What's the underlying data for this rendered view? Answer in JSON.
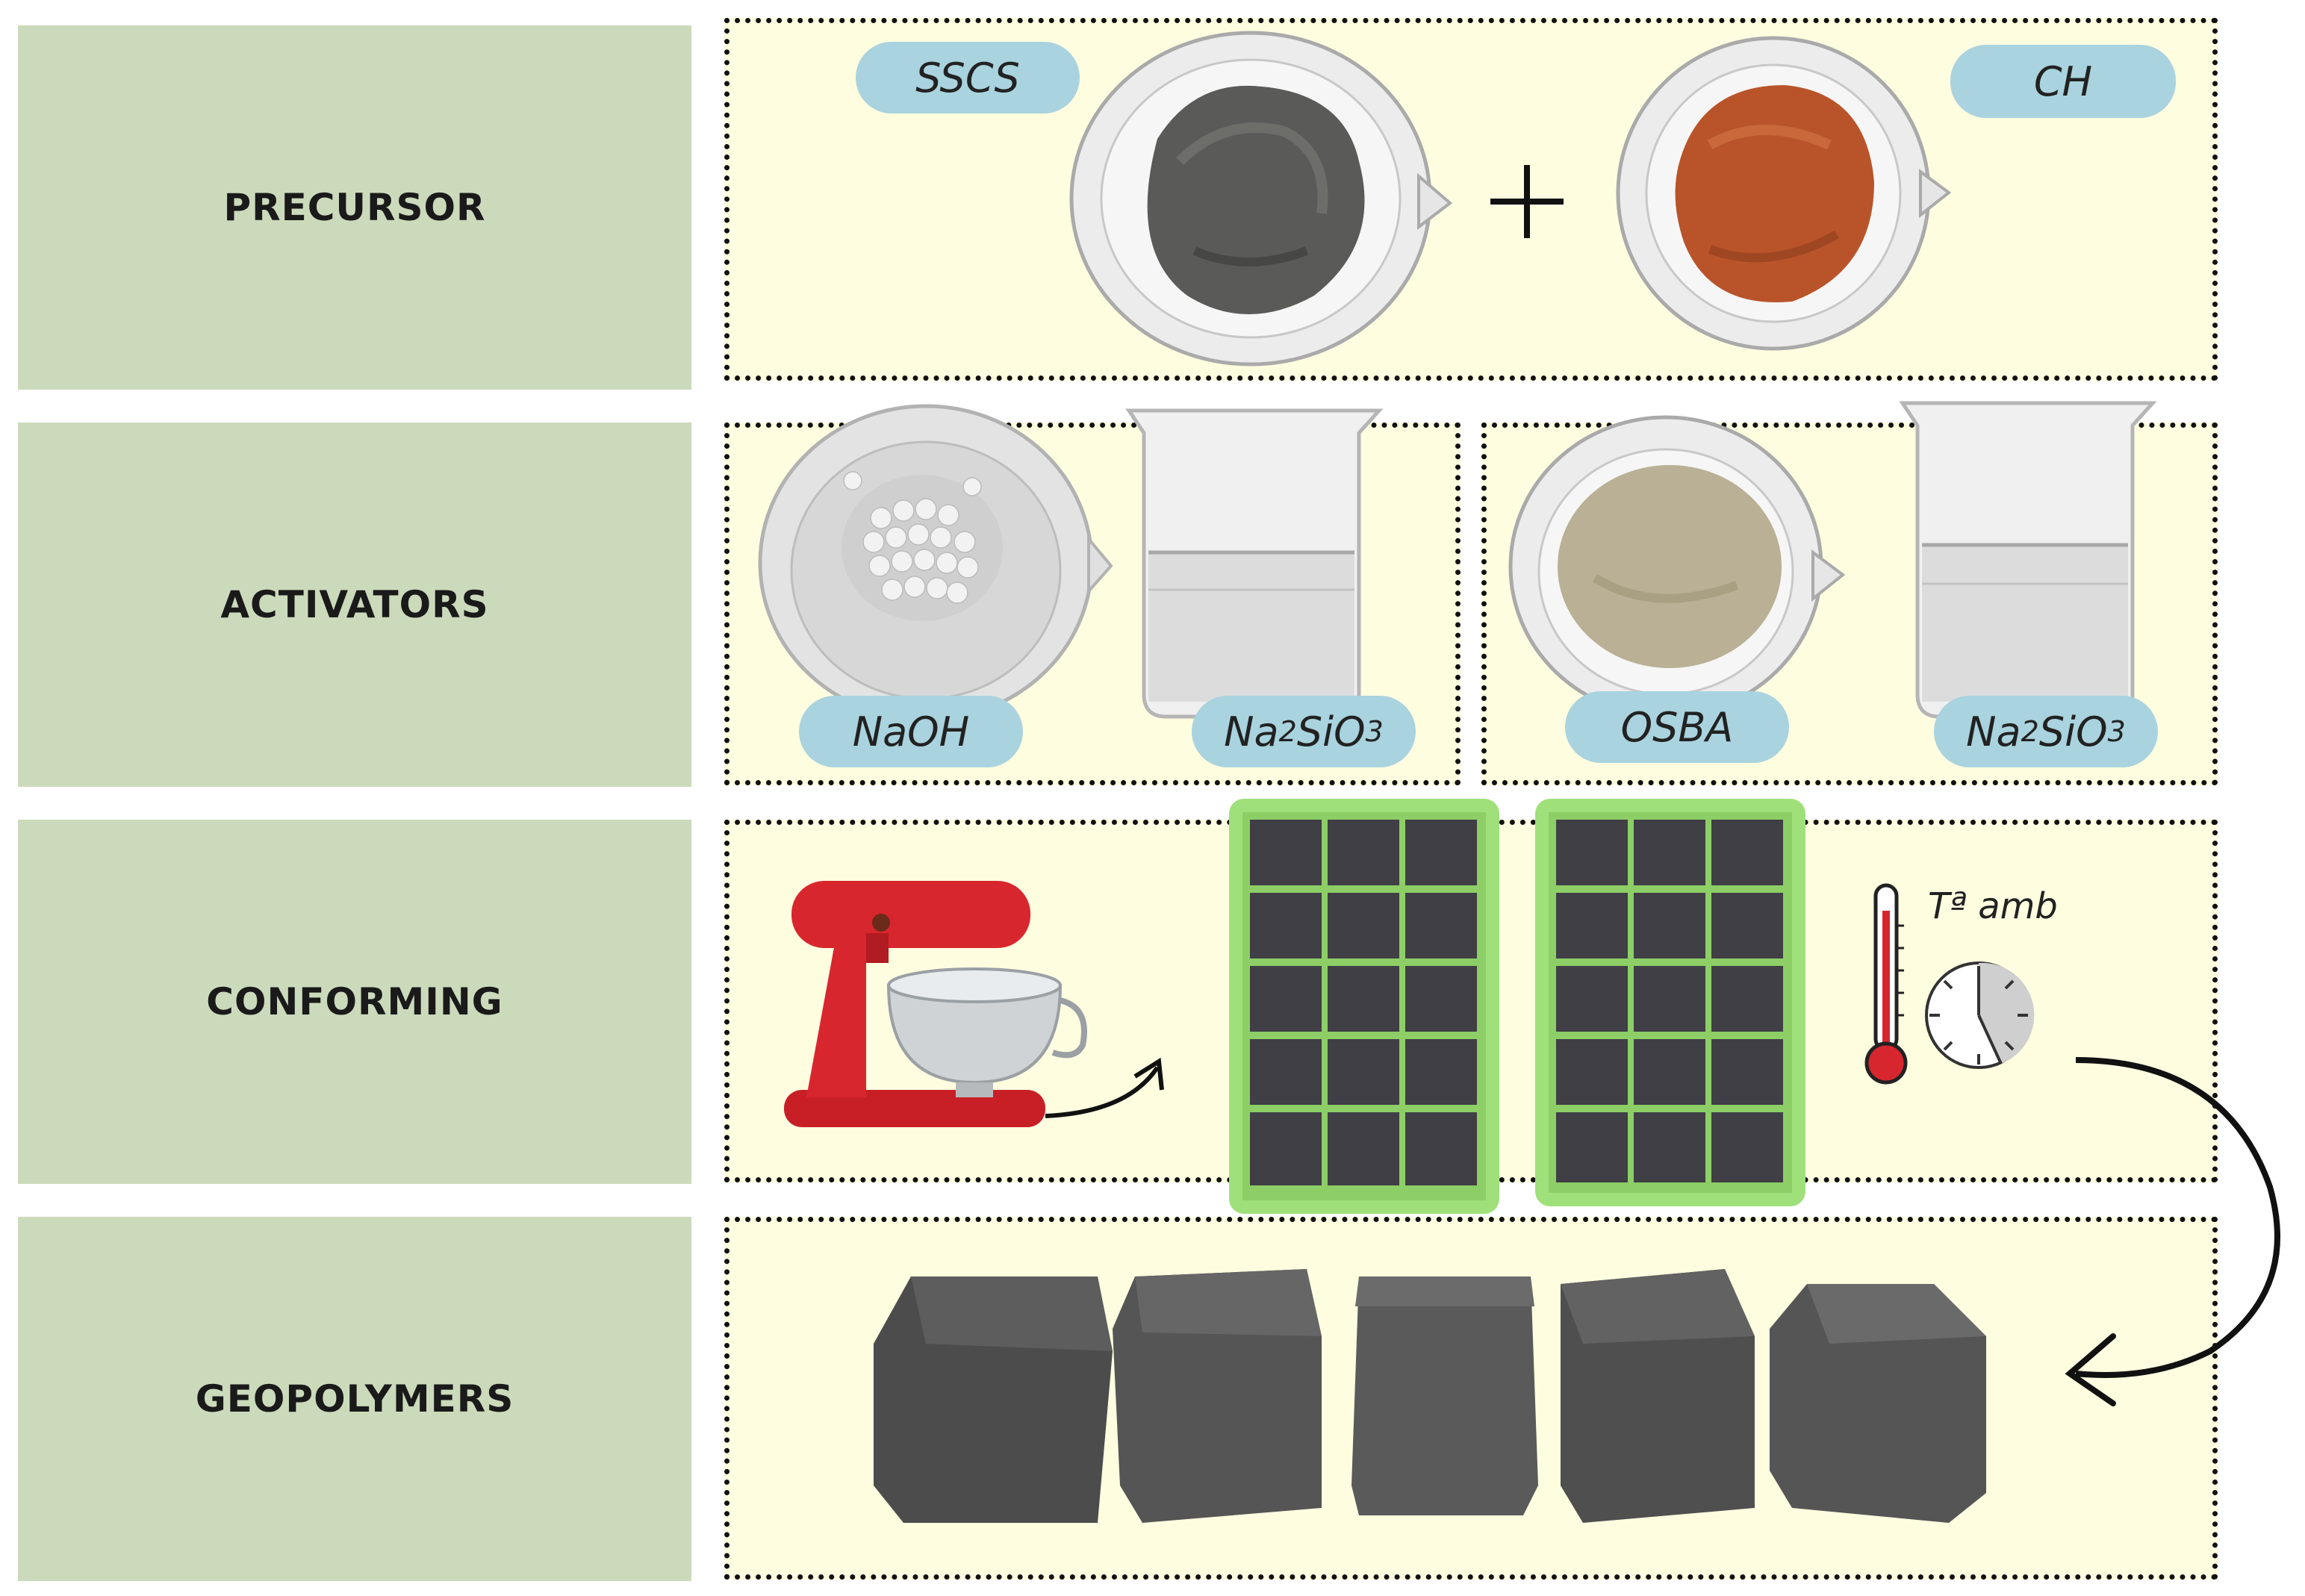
{
  "stages": [
    {
      "id": "precursor",
      "label": "PRECURSOR"
    },
    {
      "id": "activators",
      "label": "ACTIVATORS"
    },
    {
      "id": "conforming",
      "label": "CONFORMING"
    },
    {
      "id": "geopolymers",
      "label": "GEOPOLYMERS"
    }
  ],
  "precursor": {
    "items": [
      {
        "label": "SSCS"
      },
      {
        "label": "CH"
      }
    ],
    "operator": "+"
  },
  "activators": {
    "group_1": [
      {
        "label": "NaOH"
      },
      {
        "label_main": "Na",
        "label_sub": "2",
        "label_tail": " SiO",
        "label_sub2": "3"
      }
    ],
    "group_2": [
      {
        "label": "OSBA"
      },
      {
        "label_main": "Na",
        "label_sub": "2",
        "label_tail": " SiO",
        "label_sub2": "3"
      }
    ]
  },
  "conforming": {
    "curing_note": "Tª amb"
  },
  "colors": {
    "label_bg": "#cbdabb",
    "panel_bg": "#fefde0",
    "pill_bg": "#a9d3de",
    "mixer": "#d8262e",
    "sscs_powder": "#5a5a58",
    "ch_powder": "#b9542a",
    "osba_powder": "#b9b095",
    "cube": "#4c4c4c",
    "mold": "#9fe07a"
  },
  "icons": [
    "mixer-icon",
    "thermometer-icon",
    "clock-icon",
    "curved-arrow-icon",
    "plus-icon"
  ]
}
